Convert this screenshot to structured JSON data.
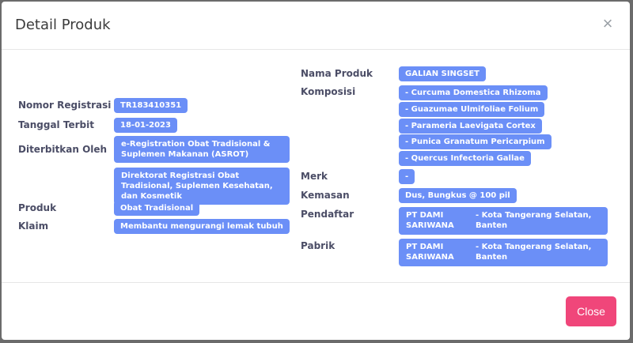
{
  "modal": {
    "title": "Detail Produk",
    "close_icon": "close-icon",
    "close_button_label": "Close",
    "accent_color": "#6b8ff7",
    "close_color": "#f0467a"
  },
  "left": {
    "nomor_registrasi": {
      "label": "Nomor Registrasi",
      "value": "TR183410351"
    },
    "tanggal_terbit": {
      "label": "Tanggal Terbit",
      "value": "18-01-2023"
    },
    "diterbitkan_oleh": {
      "label": "Diterbitkan Oleh",
      "values": [
        "e-Registration Obat Tradisional & Suplemen Makanan (ASROT)",
        "Direktorat Registrasi Obat Tradisional, Suplemen Kesehatan, dan Kosmetik"
      ]
    },
    "produk": {
      "label": "Produk",
      "value": "Obat Tradisional"
    },
    "klaim": {
      "label": "Klaim",
      "value": "Membantu mengurangi lemak tubuh"
    }
  },
  "right": {
    "nama_produk": {
      "label": "Nama Produk",
      "value": "GALIAN SINGSET"
    },
    "komposisi": {
      "label": "Komposisi",
      "values": [
        "- Curcuma Domestica Rhizoma",
        "- Guazumae Ulmifoliae Folium",
        "- Parameria Laevigata Cortex",
        "- Punica Granatum Pericarpium",
        "- Quercus Infectoria Gallae"
      ]
    },
    "merk": {
      "label": "Merk",
      "value": "-"
    },
    "kemasan": {
      "label": "Kemasan",
      "value": "Dus, Bungkus @ 100 pil"
    },
    "pendaftar": {
      "label": "Pendaftar",
      "name": "PT DAMI SARIWANA",
      "city": "- Kota Tangerang Selatan, Banten"
    },
    "pabrik": {
      "label": "Pabrik",
      "name": "PT DAMI SARIWANA",
      "city": "- Kota Tangerang Selatan, Banten"
    }
  }
}
